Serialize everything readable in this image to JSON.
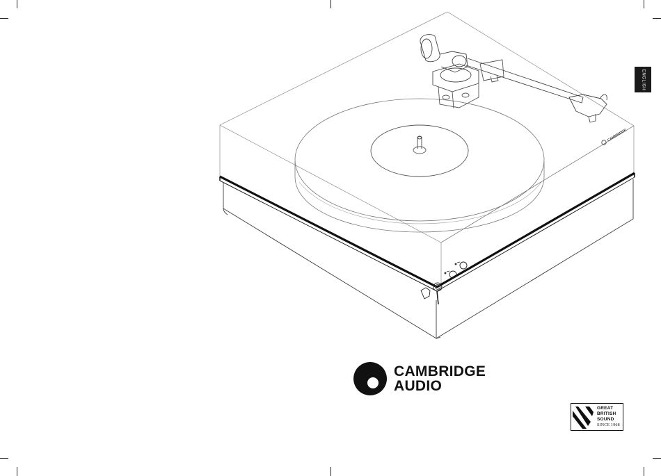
{
  "language_tab": {
    "label": "ENGLISH"
  },
  "brand": {
    "line1": "CAMBRIDGE",
    "line2": "AUDIO"
  },
  "tagline": {
    "line1": "GREAT",
    "line2": "BRITISH",
    "line3": "SOUND",
    "line4": "SINCE 1968"
  },
  "device_badge": {
    "label": "CAMBRIDGE"
  },
  "colors": {
    "ink": "#111111",
    "line": "#3a3a3a",
    "tab": "#1a1a1a",
    "background": "#ffffff"
  },
  "icons": [
    "cambridge-audio-logo-icon",
    "great-british-sound-flag-icon",
    "turntable-illustration"
  ]
}
